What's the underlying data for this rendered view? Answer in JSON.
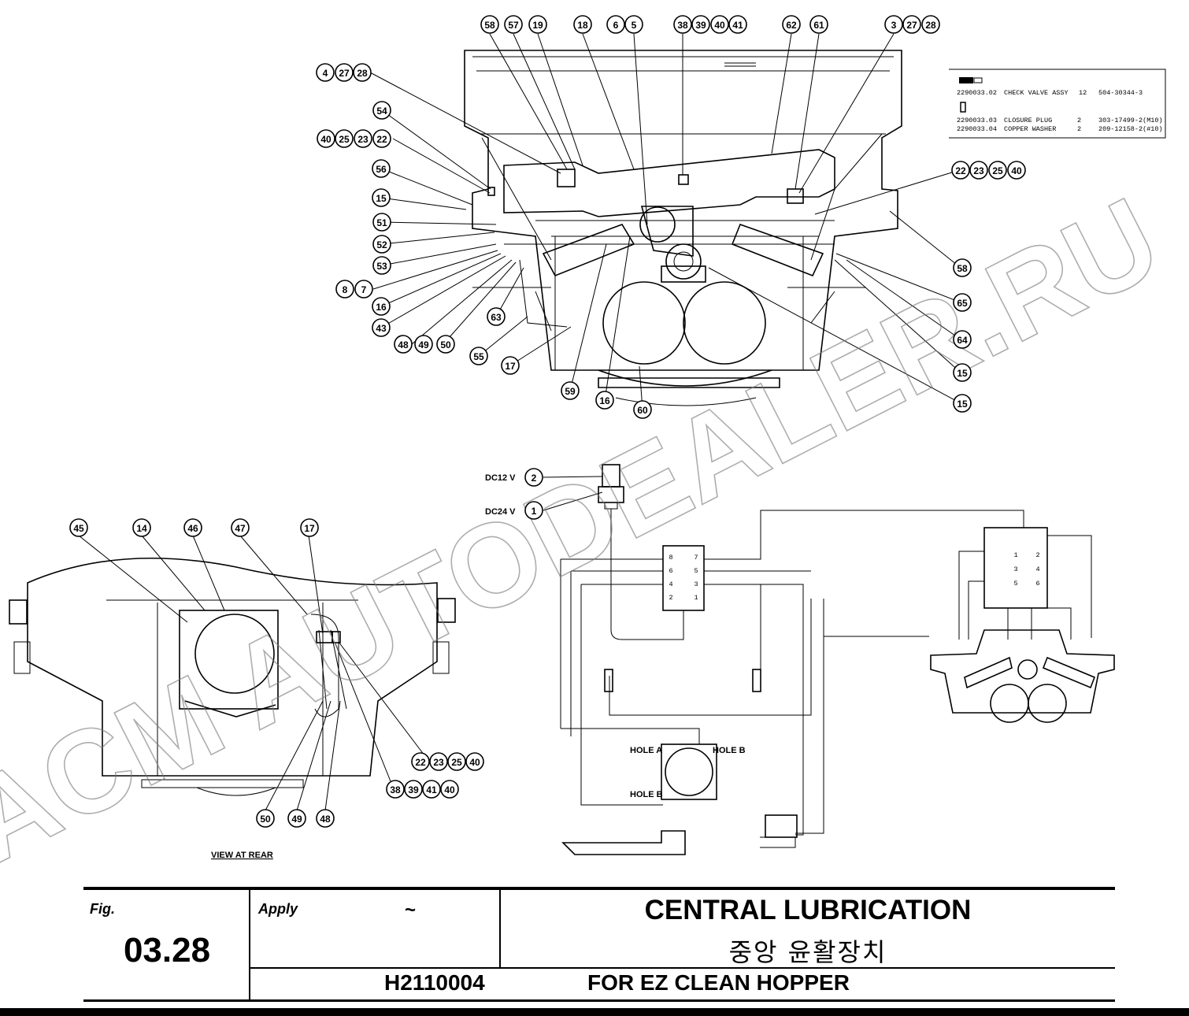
{
  "title_block": {
    "fig_label": "Fig.",
    "fig_number": "03.28",
    "apply_label": "Apply",
    "apply_range": "~",
    "title_en": "CENTRAL LUBRICATION",
    "title_ko": "중앙 윤활장치",
    "part_code": "H2110004",
    "subtitle": "FOR EZ CLEAN HOPPER"
  },
  "parts_table": [
    {
      "part_no": "2290033.02",
      "name": "CHECK VALVE ASSY",
      "qty": "12",
      "ref": "504-30344-3"
    },
    {
      "part_no": "2290033.03",
      "name": "CLOSURE PLUG",
      "qty": "2",
      "ref": "303-17499-2(M10)"
    },
    {
      "part_no": "2290033.04",
      "name": "COPPER WASHER",
      "qty": "2",
      "ref": "209-12158-2(#10)"
    }
  ],
  "labels": {
    "view_at_rear": "VIEW AT REAR",
    "dc12": "DC12 V",
    "dc24": "DC24 V",
    "hole_a": "HOLE A",
    "hole_b_top": "HOLE B",
    "hole_b_bottom": "HOLE B"
  },
  "distributor_left": {
    "ports": [
      "8",
      "7",
      "6",
      "5",
      "4",
      "3",
      "2",
      "1"
    ]
  },
  "distributor_right": {
    "ports": [
      "1",
      "2",
      "3",
      "4",
      "5",
      "6"
    ]
  },
  "watermark": "ACM AUTODEALER.RU",
  "callouts": {
    "top": [
      {
        "id": "c58a",
        "text": "58"
      },
      {
        "id": "c57",
        "text": "57"
      },
      {
        "id": "c19",
        "text": "19"
      },
      {
        "id": "c18",
        "text": "18"
      },
      {
        "id": "c6",
        "text": "6"
      },
      {
        "id": "c5",
        "text": "5"
      },
      {
        "id": "c38",
        "text": "38"
      },
      {
        "id": "c39",
        "text": "39"
      },
      {
        "id": "c40",
        "text": "40"
      },
      {
        "id": "c41",
        "text": "41"
      },
      {
        "id": "c62",
        "text": "62"
      },
      {
        "id": "c61",
        "text": "61"
      },
      {
        "id": "c3",
        "text": "3"
      },
      {
        "id": "c27a",
        "text": "27"
      },
      {
        "id": "c28a",
        "text": "28"
      }
    ],
    "left": [
      {
        "id": "c4",
        "text": "4"
      },
      {
        "id": "c27b",
        "text": "27"
      },
      {
        "id": "c28b",
        "text": "28"
      },
      {
        "id": "c54",
        "text": "54"
      },
      {
        "id": "c40b",
        "text": "40"
      },
      {
        "id": "c25b",
        "text": "25"
      },
      {
        "id": "c23b",
        "text": "23"
      },
      {
        "id": "c22b",
        "text": "22"
      },
      {
        "id": "c56",
        "text": "56"
      },
      {
        "id": "c15a",
        "text": "15"
      },
      {
        "id": "c51",
        "text": "51"
      },
      {
        "id": "c52",
        "text": "52"
      },
      {
        "id": "c53",
        "text": "53"
      },
      {
        "id": "c8",
        "text": "8"
      },
      {
        "id": "c7",
        "text": "7"
      },
      {
        "id": "c16a",
        "text": "16"
      },
      {
        "id": "c43",
        "text": "43"
      },
      {
        "id": "c48a",
        "text": "48"
      },
      {
        "id": "c49a",
        "text": "49"
      },
      {
        "id": "c50a",
        "text": "50"
      },
      {
        "id": "c63",
        "text": "63"
      },
      {
        "id": "c55",
        "text": "55"
      },
      {
        "id": "c17a",
        "text": "17"
      },
      {
        "id": "c59",
        "text": "59"
      },
      {
        "id": "c16b",
        "text": "16"
      },
      {
        "id": "c60",
        "text": "60"
      }
    ],
    "right": [
      {
        "id": "c22c",
        "text": "22"
      },
      {
        "id": "c23c",
        "text": "23"
      },
      {
        "id": "c25c",
        "text": "25"
      },
      {
        "id": "c40c",
        "text": "40"
      },
      {
        "id": "c58b",
        "text": "58"
      },
      {
        "id": "c65",
        "text": "65"
      },
      {
        "id": "c64",
        "text": "64"
      },
      {
        "id": "c15b",
        "text": "15"
      },
      {
        "id": "c15c",
        "text": "15"
      }
    ],
    "rear": [
      {
        "id": "c45",
        "text": "45"
      },
      {
        "id": "c14",
        "text": "14"
      },
      {
        "id": "c46",
        "text": "46"
      },
      {
        "id": "c47",
        "text": "47"
      },
      {
        "id": "c17b",
        "text": "17"
      },
      {
        "id": "c22d",
        "text": "22"
      },
      {
        "id": "c23d",
        "text": "23"
      },
      {
        "id": "c25d",
        "text": "25"
      },
      {
        "id": "c40d",
        "text": "40"
      },
      {
        "id": "c38b",
        "text": "38"
      },
      {
        "id": "c39b",
        "text": "39"
      },
      {
        "id": "c41b",
        "text": "41"
      },
      {
        "id": "c40e",
        "text": "40"
      },
      {
        "id": "c50b",
        "text": "50"
      },
      {
        "id": "c49b",
        "text": "49"
      },
      {
        "id": "c48b",
        "text": "48"
      }
    ],
    "schematic": [
      {
        "id": "c2s",
        "text": "2"
      },
      {
        "id": "c1s",
        "text": "1"
      }
    ]
  }
}
